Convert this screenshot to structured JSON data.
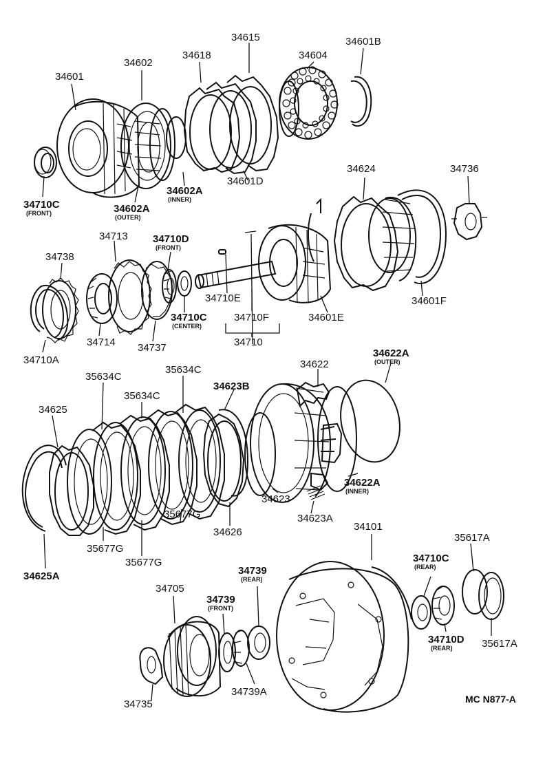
{
  "diagram_code": "MC N877-A",
  "labels": {
    "p34601": "34601",
    "p34602": "34602",
    "p34618": "34618",
    "p34615": "34615",
    "p34604": "34604",
    "p34601b": "34601B",
    "p34710c_front": "34710C",
    "p34710c_front_sub": "(FRONT)",
    "p34602a_outer": "34602A",
    "p34602a_outer_sub": "(OUTER)",
    "p34602a_inner": "34602A",
    "p34602a_inner_sub": "(INNER)",
    "p34601d": "34601D",
    "p34624": "34624",
    "p34736": "34736",
    "p34713": "34713",
    "p34710d_front": "34710D",
    "p34710d_front_sub": "(FRONT)",
    "p34738": "34738",
    "p34710e": "34710E",
    "p34710c_center": "34710C",
    "p34710c_center_sub": "(CENTER)",
    "p34710f": "34710F",
    "p34601e": "34601E",
    "p34601f": "34601F",
    "p34714": "34714",
    "p34737": "34737",
    "p34710": "34710",
    "p34710a": "34710A",
    "p34622": "34622",
    "p34622a_outer": "34622A",
    "p34622a_outer_sub": "(OUTER)",
    "p35634c_1": "35634C",
    "p35634c_2": "35634C",
    "p35634c_3": "35634C",
    "p34623b": "34623B",
    "p34625": "34625",
    "p34622a_inner": "34622A",
    "p34622a_inner_sub": "(INNER)",
    "p34623": "34623",
    "p34623a": "34623A",
    "p35677g_1": "35677G",
    "p35677g_2": "35677G",
    "p35677g_3": "35677G",
    "p34626": "34626",
    "p34101": "34101",
    "p34625a": "34625A",
    "p35617a_1": "35617A",
    "p35617a_2": "35617A",
    "p34710c_rear": "34710C",
    "p34710c_rear_sub": "(REAR)",
    "p34739_rear": "34739",
    "p34739_rear_sub": "(REAR)",
    "p34705": "34705",
    "p34739_front": "34739",
    "p34739_front_sub": "(FRONT)",
    "p34710d_rear": "34710D",
    "p34710d_rear_sub": "(REAR)",
    "p34735": "34735",
    "p34739a": "34739A"
  }
}
